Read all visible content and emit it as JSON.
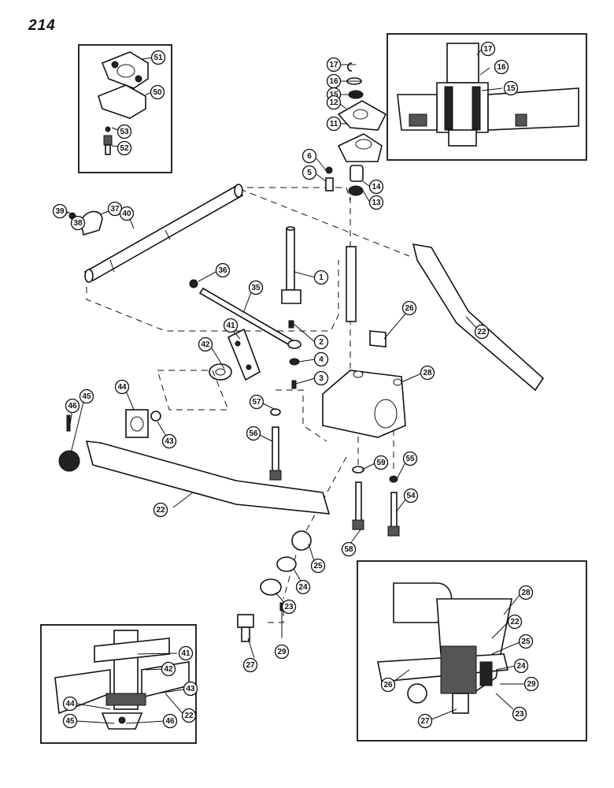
{
  "page": {
    "number": "214"
  },
  "callouts": {
    "exploded": [
      "51",
      "50",
      "53",
      "52",
      "17",
      "16",
      "15",
      "12",
      "11",
      "6",
      "5",
      "14",
      "13",
      "39",
      "38",
      "37",
      "40",
      "36",
      "35",
      "1",
      "2",
      "4",
      "3",
      "41",
      "42",
      "26",
      "22",
      "28",
      "57",
      "56",
      "44",
      "45",
      "46",
      "43",
      "22",
      "59",
      "55",
      "54",
      "58",
      "25",
      "24",
      "23",
      "27",
      "29"
    ],
    "inset_top_right": [
      "17",
      "16",
      "15"
    ],
    "inset_bottom_left": [
      "41",
      "42",
      "43",
      "22",
      "44",
      "45",
      "46"
    ],
    "inset_bottom_right": [
      "28",
      "22",
      "25",
      "24",
      "29",
      "26",
      "23",
      "27"
    ]
  }
}
